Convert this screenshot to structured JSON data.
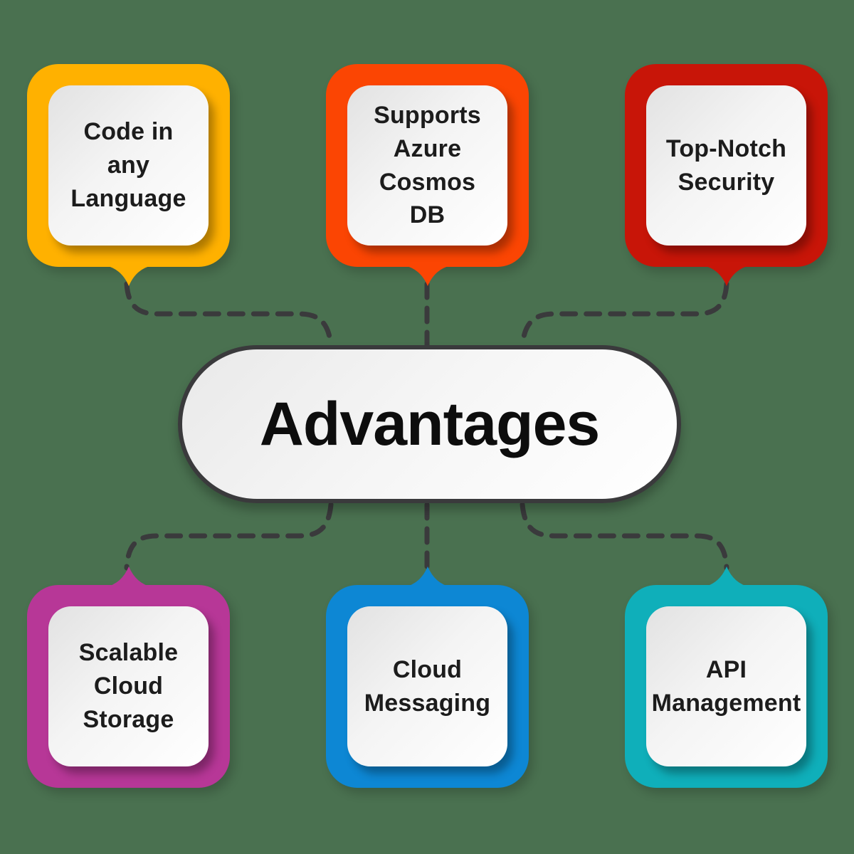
{
  "background_color": "#4A7150",
  "connector_color": "#3a3a3c",
  "center": {
    "label": "Advantages"
  },
  "nodes": [
    {
      "label": "Code in\nany\nLanguage",
      "color": "#FFB100"
    },
    {
      "label": "Supports\nAzure\nCosmos\nDB",
      "color": "#FB4503"
    },
    {
      "label": "Top-Notch\nSecurity",
      "color": "#C81508"
    },
    {
      "label": "Scalable\nCloud\nStorage",
      "color": "#B73797"
    },
    {
      "label": "Cloud\nMessaging",
      "color": "#0D87D4"
    },
    {
      "label": "API\nManagement",
      "color": "#0FAFBA"
    }
  ]
}
